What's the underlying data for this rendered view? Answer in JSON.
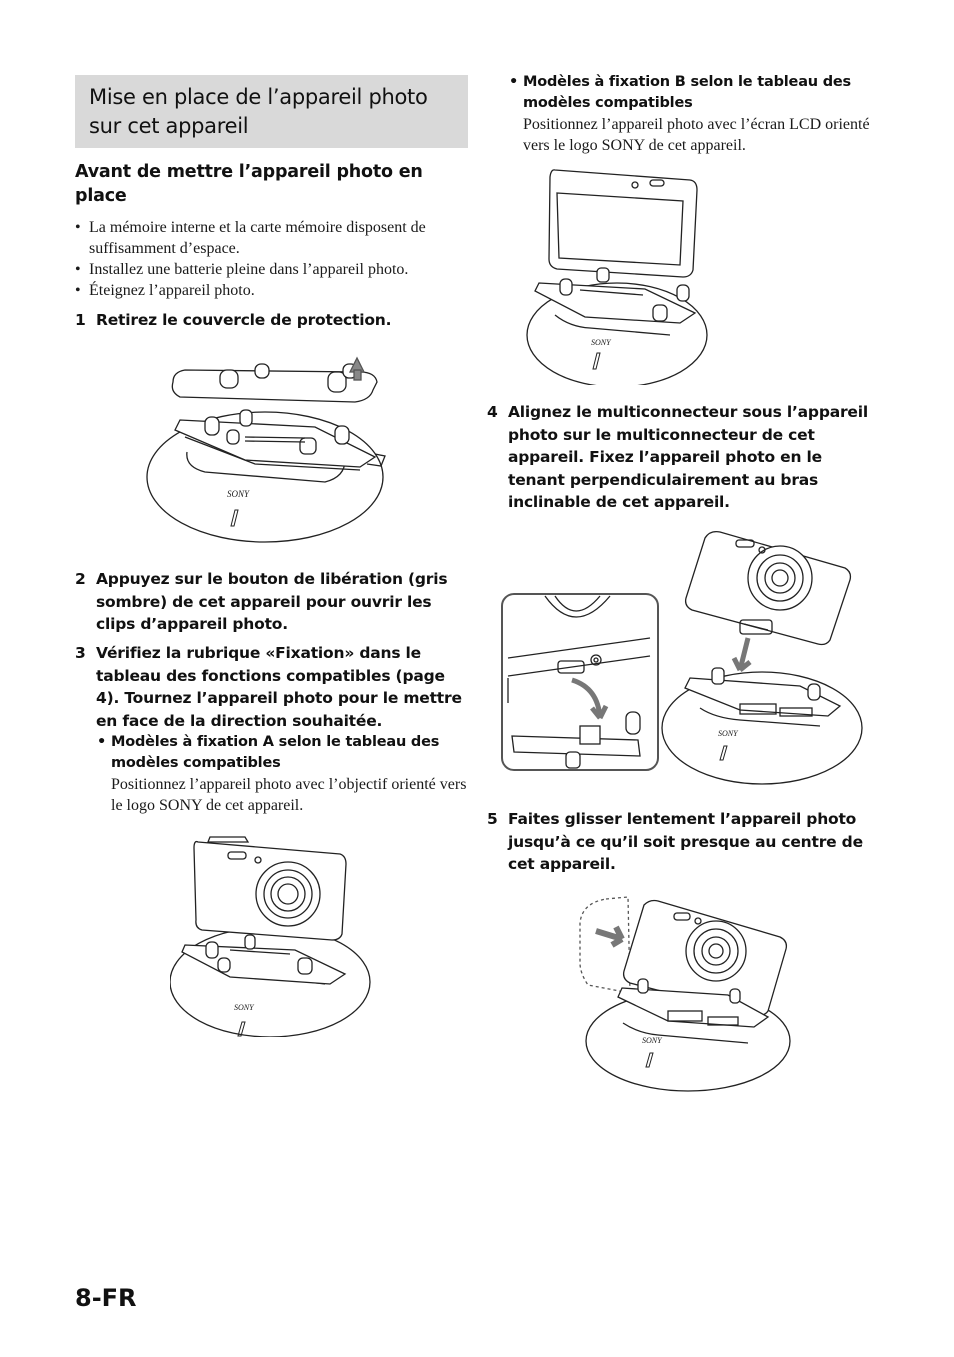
{
  "section": {
    "title": "Mise en place de l’appareil photo sur cet appareil",
    "subtitle": "Avant de mettre l’appareil photo en place",
    "bullets": [
      "La mémoire interne et la carte mémoire disposent de suffisamment d’espace.",
      "Installez une batterie pleine dans l’appareil photo.",
      "Éteignez l’appareil photo."
    ]
  },
  "steps": [
    {
      "number": "1",
      "text": "Retirez le couvercle de protection."
    },
    {
      "number": "2",
      "text": "Appuyez sur le bouton de libération (gris sombre) de cet appareil pour ouvrir les clips d’appareil photo."
    },
    {
      "number": "3",
      "text": "Vérifiez la rubrique «Fixation» dans le tableau des fonctions compatibles (page 4). Tournez l’appareil photo pour le mettre en face de la direction souhaitée."
    },
    {
      "number": "4",
      "text": "Alignez le multiconnecteur sous l’appareil photo sur le multiconnecteur de cet appareil. Fixez l’appareil photo en le tenant perpendiculairement au bras inclinable de cet appareil."
    },
    {
      "number": "5",
      "text": "Faites glisser lentement l’appareil photo jusqu’à ce qu’il soit presque au centre de cet appareil."
    }
  ],
  "mount_a": {
    "heading": "Modèles à fixation A selon le tableau des modèles compatibles",
    "text": "Positionnez l’appareil photo avec l’objectif orienté vers le logo SONY de cet appareil."
  },
  "mount_b": {
    "heading": "Modèles à fixation B selon le tableau des modèles compatibles",
    "text": "Positionnez l’appareil photo avec l’écran LCD orienté vers le logo SONY de cet appareil."
  },
  "logo_text": "SONY",
  "page_number": "8-FR"
}
